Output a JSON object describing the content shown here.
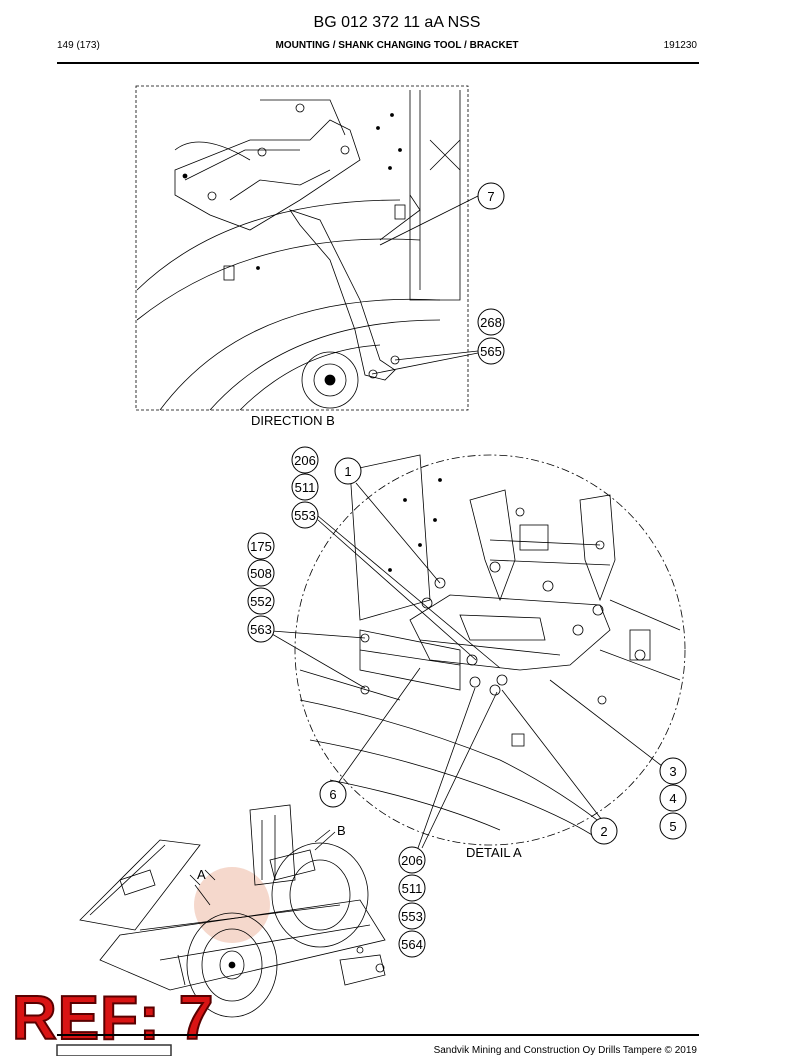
{
  "header": {
    "doc_id": "BG 012 372 11 aA NSS",
    "page": "149 (173)",
    "title": "MOUNTING / SHANK CHANGING TOOL / BRACKET",
    "code": "191230"
  },
  "views": {
    "direction_b": "DIRECTION  B",
    "detail_a": "DETAIL  A",
    "overview_a": "A",
    "overview_b": "B"
  },
  "callouts": {
    "c7": "7",
    "c268": "268",
    "c565": "565",
    "c206a": "206",
    "c511a": "511",
    "c553a": "553",
    "c1": "1",
    "c175": "175",
    "c508": "508",
    "c552": "552",
    "c563": "563",
    "c6": "6",
    "c2": "2",
    "c3": "3",
    "c4": "4",
    "c5": "5",
    "c206b": "206",
    "c511b": "511",
    "c553b": "553",
    "c564": "564"
  },
  "badge": {
    "text": "REF: 7"
  },
  "footer": {
    "copyright": "Sandvik Mining and Construction Oy Drills Tampere © 2019"
  },
  "colors": {
    "badge": "#d91414",
    "line": "#000000"
  }
}
